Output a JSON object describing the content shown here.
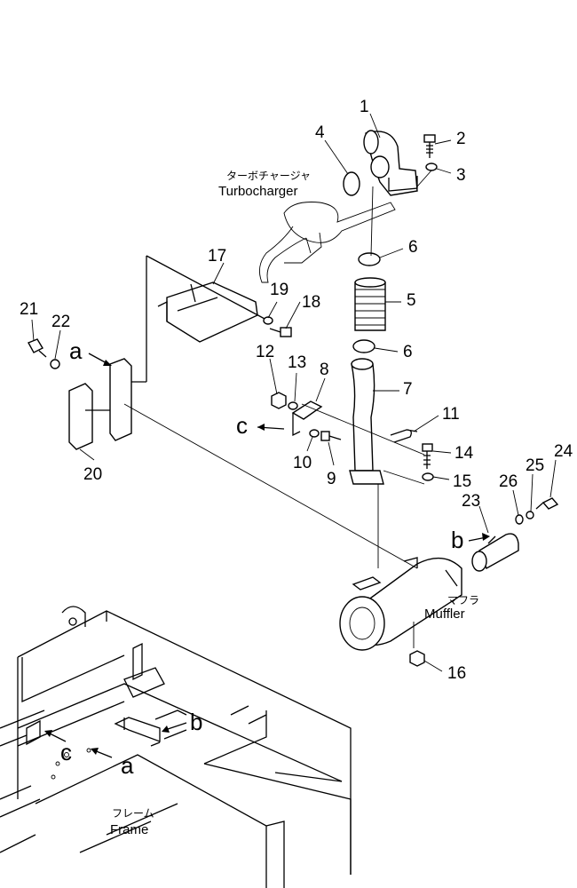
{
  "diagram": {
    "labels": {
      "turbocharger_jp": "ターボチャージャ",
      "turbocharger_en": "Turbocharger",
      "muffler_jp": "マフラ",
      "muffler_en": "Muffler",
      "frame_jp": "フレーム",
      "frame_en": "Frame"
    },
    "callouts": {
      "p1": "1",
      "p2": "2",
      "p3": "3",
      "p4": "4",
      "p5": "5",
      "p6a": "6",
      "p6b": "6",
      "p7": "7",
      "p8": "8",
      "p9": "9",
      "p10": "10",
      "p11": "11",
      "p12": "12",
      "p13": "13",
      "p14": "14",
      "p15": "15",
      "p16": "16",
      "p17": "17",
      "p18": "18",
      "p19": "19",
      "p20": "20",
      "p21": "21",
      "p22": "22",
      "p23": "23",
      "p24": "24",
      "p25": "25",
      "p26": "26"
    },
    "refs": {
      "a_top": "a",
      "b_top": "b",
      "c_top": "c",
      "a_frame": "a",
      "b_frame": "b",
      "c_frame": "c"
    }
  }
}
